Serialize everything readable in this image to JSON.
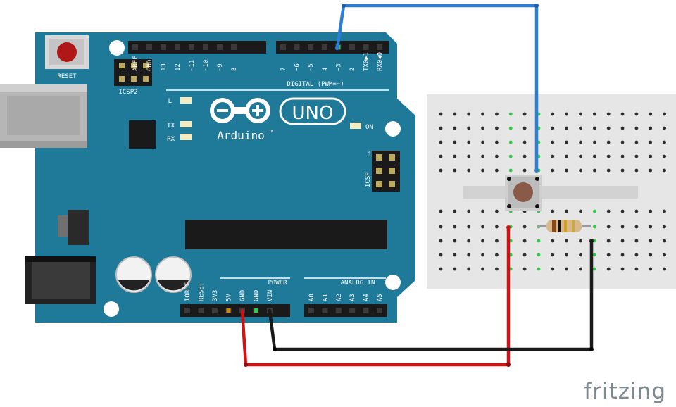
{
  "board": {
    "reset_label": "RESET",
    "icsp2_label": "ICSP2",
    "icsp_label": "ICSP",
    "icsp_pin1": "1",
    "digital_header": "DIGITAL (PWM=~)",
    "digital_pins": [
      "AREF",
      "GND",
      "13",
      "12",
      "~11",
      "~10",
      "~9",
      "8",
      "7",
      "~6",
      "~5",
      "4",
      "~3",
      "2",
      "TX0▶1",
      "RX0◀0"
    ],
    "led_l": "L",
    "led_tx": "TX",
    "led_rx": "RX",
    "led_on": "ON",
    "logo_text": "UNO",
    "brand": "Arduino",
    "tm": "TM",
    "power_header": "POWER",
    "power_pins": [
      "IOREF",
      "RESET",
      "3V3",
      "5V",
      "GND",
      "GND",
      "VIN"
    ],
    "analog_header": "ANALOG IN",
    "analog_pins": [
      "A0",
      "A1",
      "A2",
      "A3",
      "A4",
      "A5"
    ]
  },
  "watermark": "fritzing",
  "colors": {
    "board": "#1f7a99",
    "wire_signal": "#2a7fd4",
    "wire_power": "#cc1414",
    "wire_ground": "#1a1a1a",
    "breadboard": "#e6e6e6"
  }
}
